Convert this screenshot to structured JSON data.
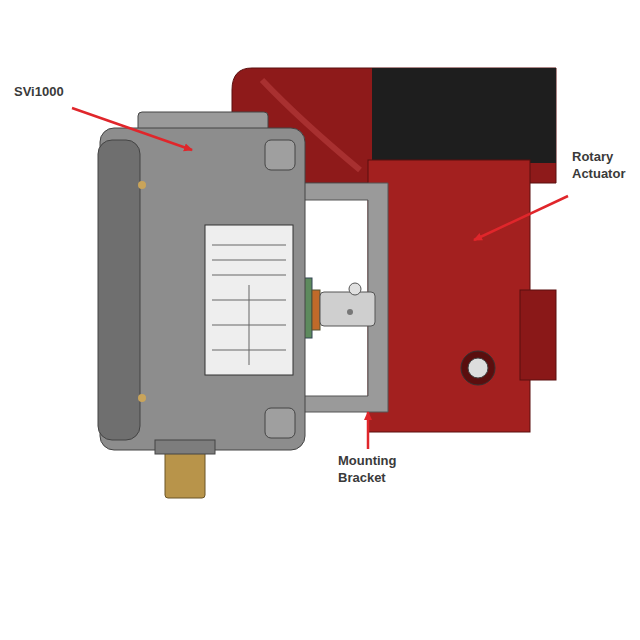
{
  "diagram": {
    "labels": [
      "SVi1000",
      "Rotary Actuator",
      "Mounting Bracket"
    ]
  }
}
